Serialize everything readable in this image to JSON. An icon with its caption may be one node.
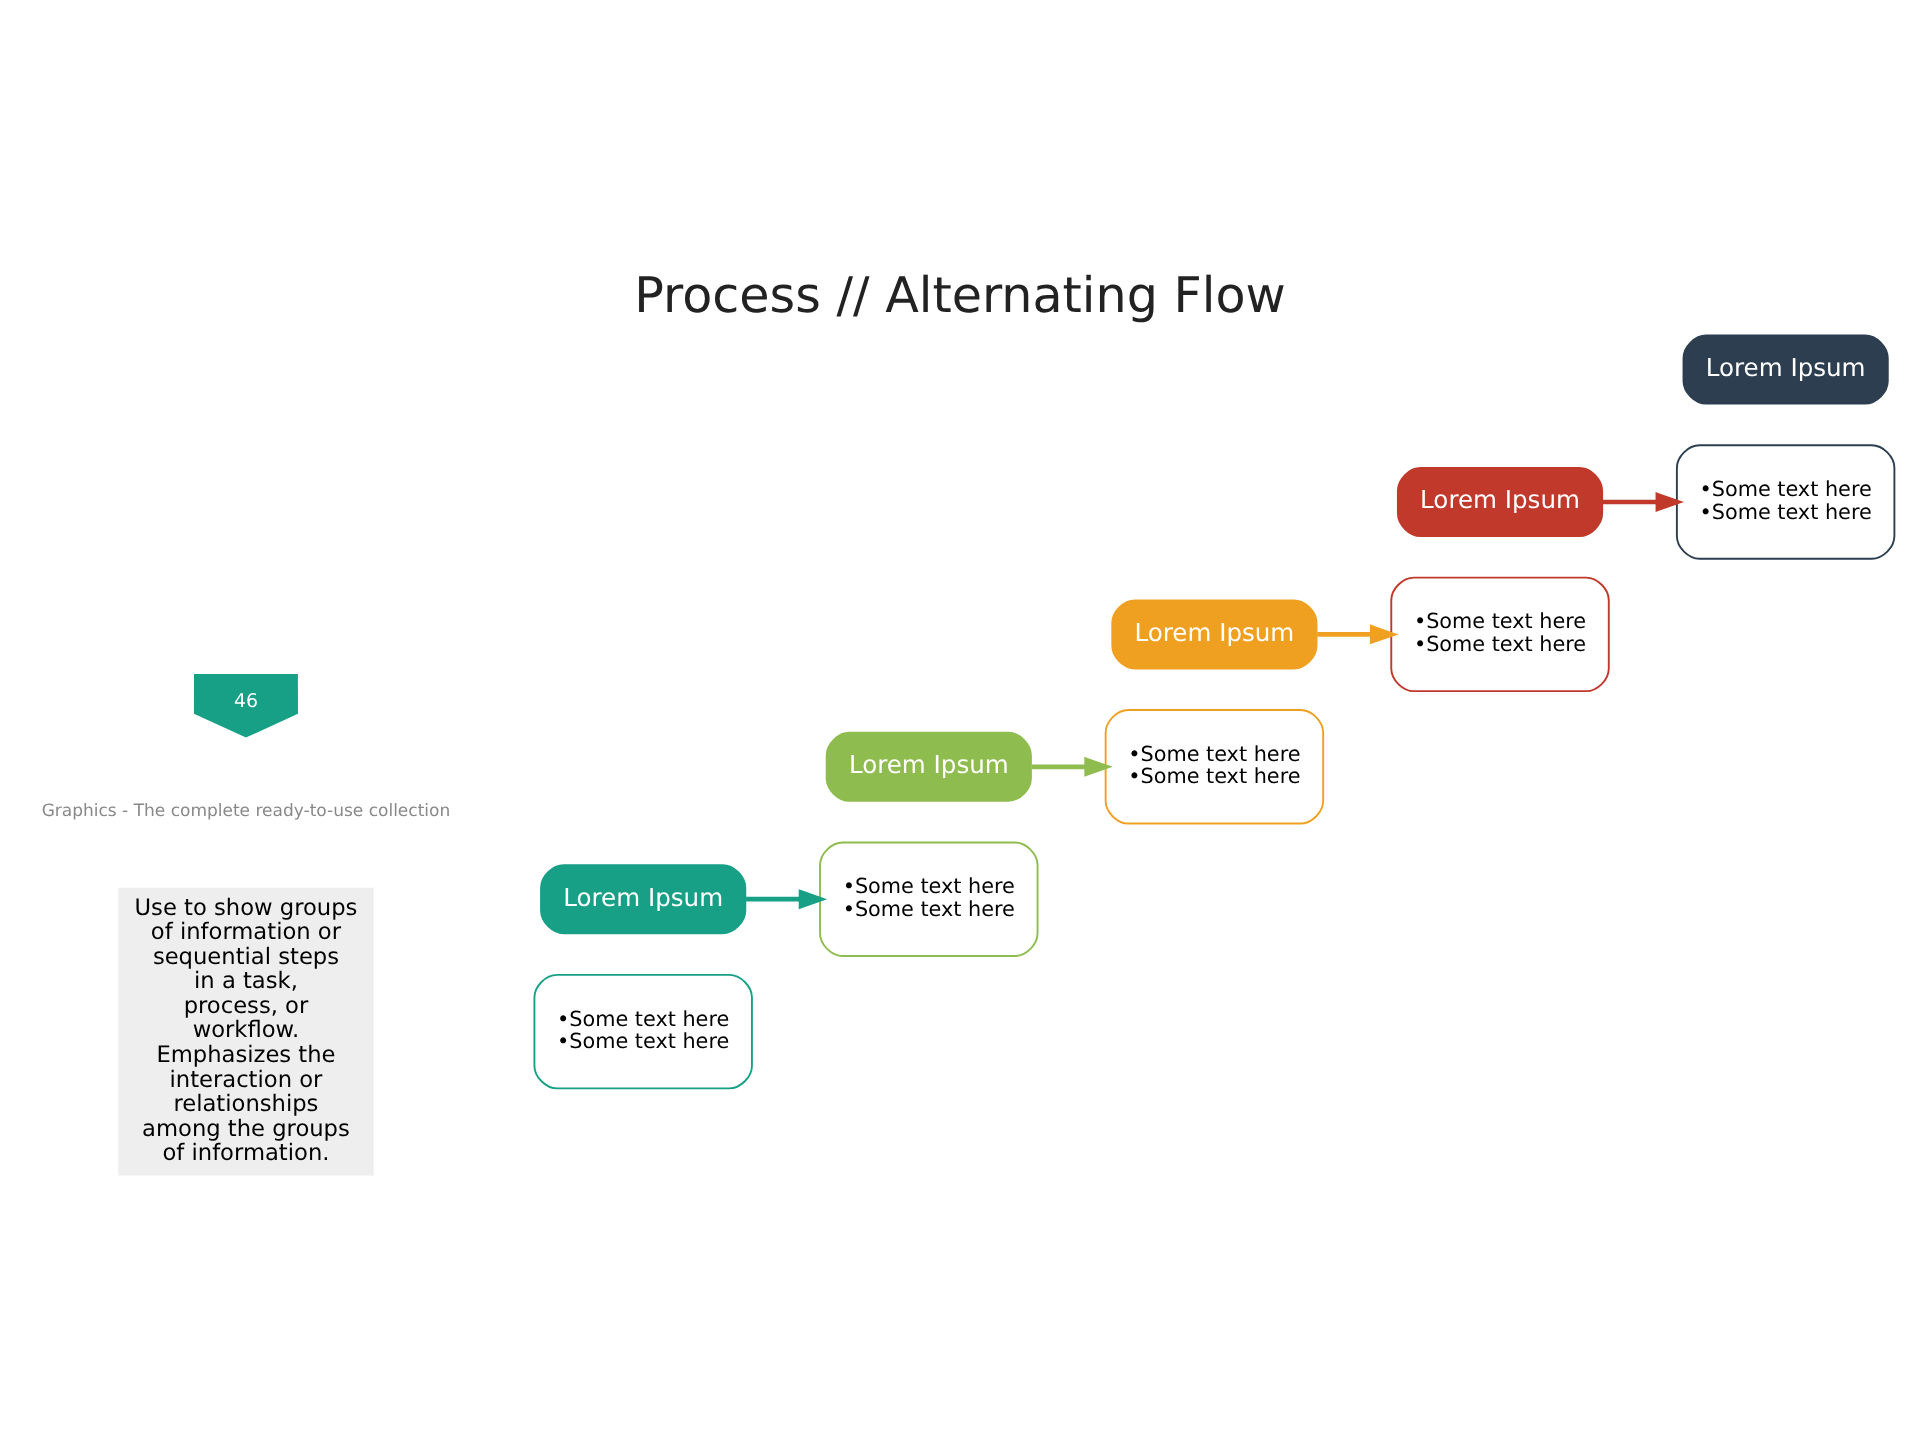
{
  "diagram": {
    "title": "Process // Alternating Flow",
    "nodes": [
      {
        "text": [
          "•Some text here",
          "•Some text here"
        ]
      },
      {
        "text": [
          "Lorem Ipsum"
        ]
      },
      {
        "text": [
          "•Some text here",
          "•Some text here"
        ]
      },
      {
        "text": [
          "Lorem Ipsum"
        ]
      },
      {
        "text": [
          "•Some text here",
          "•Some text here"
        ]
      },
      {
        "text": [
          "Lorem Ipsum"
        ]
      },
      {
        "text": [
          "•Some text here",
          "•Some text here"
        ]
      },
      {
        "text": [
          "Lorem Ipsum"
        ]
      },
      {
        "text": [
          "•Some text here",
          "•Some text here"
        ]
      },
      {
        "text": [
          "Lorem Ipsum"
        ]
      }
    ],
    "edges": [
      {
        "from": 1,
        "to": 2,
        "arrow": "to",
        "color": "#17a086"
      },
      {
        "from": 3,
        "to": 4,
        "arrow": "to",
        "color": "#8fbc4f"
      },
      {
        "from": 5,
        "to": 6,
        "arrow": "to",
        "color": "#f0a020"
      },
      {
        "from": 7,
        "to": 8,
        "arrow": "to",
        "color": "#c0392b"
      }
    ],
    "labels": [
      "Use to show groups of information or sequential steps in a task, process, or workflow. Emphasizes the interaction or relationships among the groups of information.",
      "Graphics - The complete ready-to-use collection",
      "46"
    ]
  }
}
